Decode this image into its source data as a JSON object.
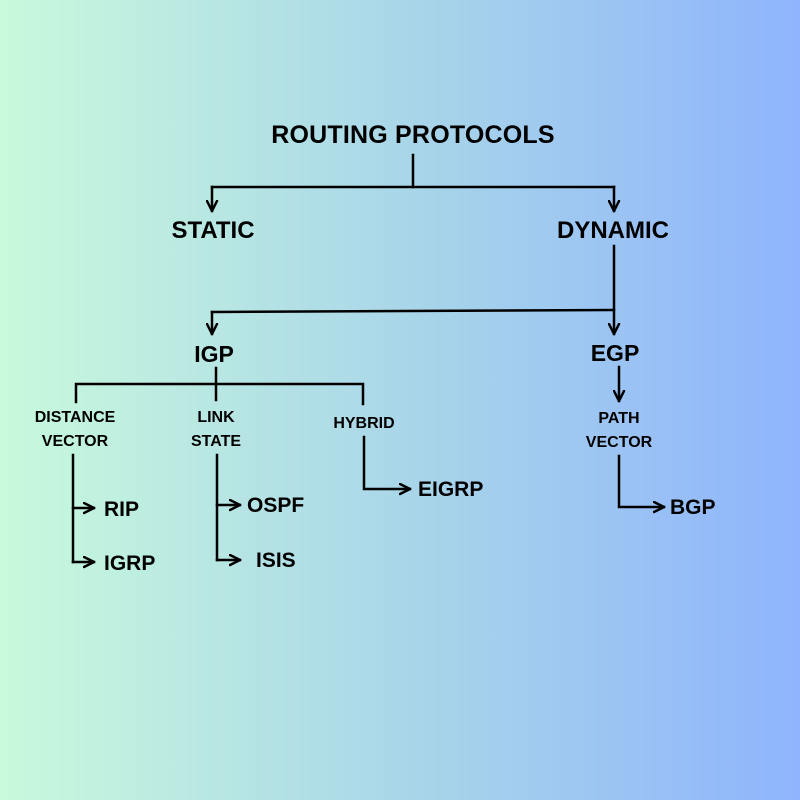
{
  "title": "ROUTING PROTOCOLS",
  "level1": {
    "static": "STATIC",
    "dynamic": "DYNAMIC"
  },
  "level2": {
    "igp": "IGP",
    "egp": "EGP"
  },
  "igp_types": {
    "distance_vector": {
      "line1": "DISTANCE",
      "line2": "VECTOR",
      "protocols": [
        "RIP",
        "IGRP"
      ]
    },
    "link_state": {
      "line1": "LINK",
      "line2": "STATE",
      "protocols": [
        "OSPF",
        "ISIS"
      ]
    },
    "hybrid": {
      "line1": "HYBRID",
      "protocols": [
        "EIGRP"
      ]
    }
  },
  "egp_types": {
    "path_vector": {
      "line1": "PATH",
      "line2": "VECTOR",
      "protocols": [
        "BGP"
      ]
    }
  },
  "colors": {
    "gradient_left": "#c8fadc",
    "gradient_right": "#8fb4fd",
    "ink": "#000000"
  }
}
